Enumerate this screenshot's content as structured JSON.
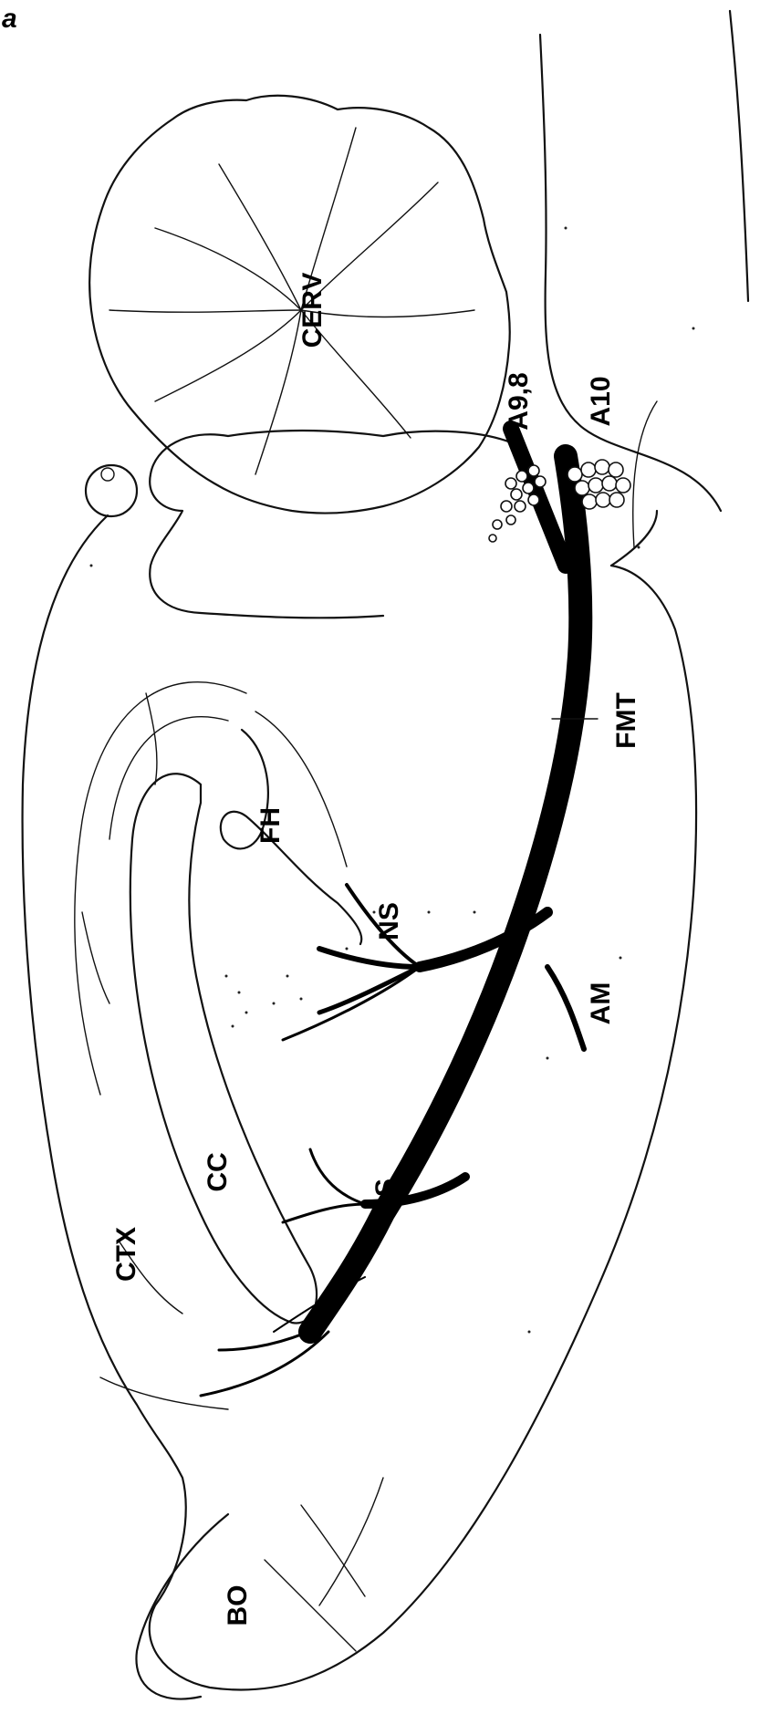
{
  "figure": {
    "corner_mark": "a",
    "labels": {
      "cerv": "CERV",
      "a98": "A9,8",
      "a10": "A10",
      "fmt": "FMT",
      "fh": "FH",
      "ns": "NS",
      "am": "AM",
      "s": "S",
      "cc": "CC",
      "ctx": "CTX",
      "bo": "BO"
    },
    "orientation": "rotated-90-ccw"
  }
}
